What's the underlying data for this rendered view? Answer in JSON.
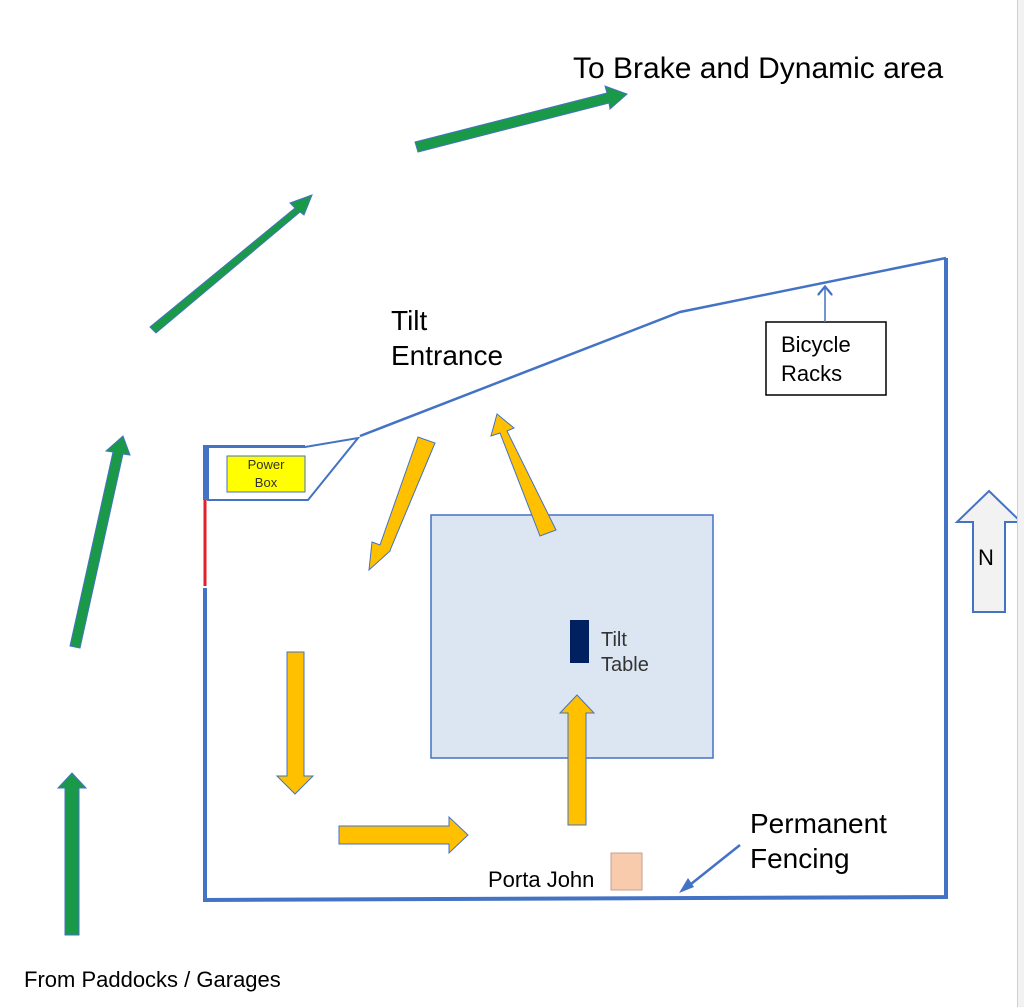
{
  "labels": {
    "to_brake": "To Brake and Dynamic area",
    "tilt_entrance": "Tilt\nEntrance",
    "bicycle_racks": "Bicycle\nRacks",
    "power_box": "Power\nBox",
    "tilt_table": "Tilt\nTable",
    "porta_john": "Porta John",
    "permanent_fencing": "Permanent\nFencing",
    "from_paddocks": "From Paddocks / Garages",
    "north": "N"
  },
  "colors": {
    "fence": "#4472c4",
    "green_arrow": "#1a9a48",
    "yellow_arrow": "#ffc000",
    "tilt_area": "#dce6f2",
    "tilt_table": "#002060",
    "power_box": "#ffff00",
    "porta_john": "#f8cbad",
    "gate": "#e0202a"
  },
  "icons": {
    "green_arrows": "path-arrow",
    "yellow_arrows": "flow-arrow",
    "north": "north-arrow-icon"
  }
}
